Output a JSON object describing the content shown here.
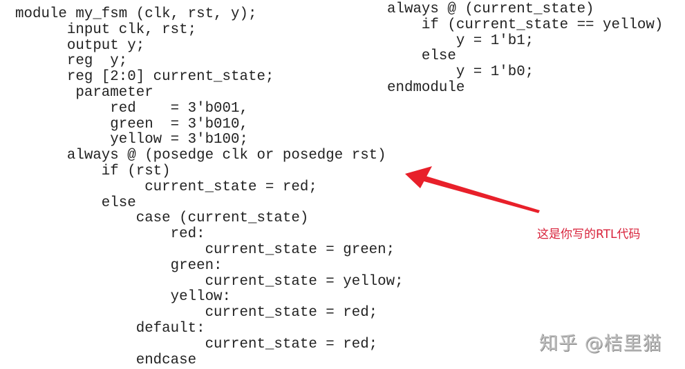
{
  "code_left": [
    "module my_fsm (clk, rst, y);",
    "      input clk, rst;",
    "      output y;",
    "      reg  y;",
    "      reg [2:0] current_state;",
    "       parameter",
    "           red    = 3'b001,",
    "           green  = 3'b010,",
    "           yellow = 3'b100;",
    "      always @ (posedge clk or posedge rst)",
    "          if (rst)",
    "               current_state = red;",
    "          else",
    "              case (current_state)",
    "                  red:",
    "                      current_state = green;",
    "                  green:",
    "                      current_state = yellow;",
    "                  yellow:",
    "                      current_state = red;",
    "              default:",
    "                      current_state = red;",
    "              endcase"
  ],
  "code_right": [
    "always @ (current_state)",
    "    if (current_state == yellow)",
    "        y = 1'b1;",
    "    else",
    "        y = 1'b0;",
    "endmodule"
  ],
  "annotation": {
    "text": "这是你写的RTL代码",
    "color": "#d8213a",
    "icon": "arrow-pointing-left-icon"
  },
  "watermark": "知乎 @桔里猫"
}
